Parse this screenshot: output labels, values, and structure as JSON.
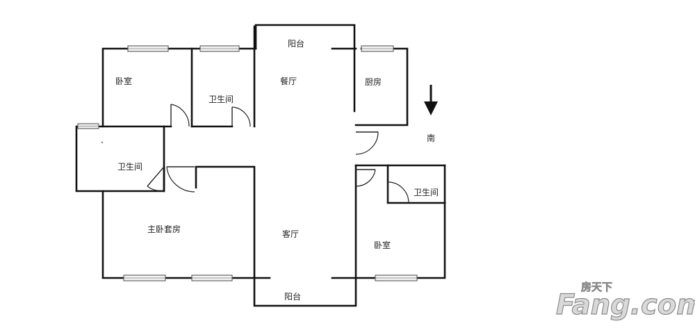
{
  "rooms": {
    "balcony_top": "阳台",
    "dining": "餐厅",
    "kitchen": "厨房",
    "bedroom_nw": "卧室",
    "bath_upper": "卫生间",
    "bath_west": "卫生间",
    "bath_east": "卫生间",
    "master_suite": "主卧套房",
    "living": "客厅",
    "bedroom_se": "卧室",
    "balcony_bottom": "阳台"
  },
  "compass": {
    "direction_label": "南",
    "arrow_icon": "down-arrow-icon"
  },
  "watermark": {
    "brand_cn": "房天下",
    "brand_en": "Fang.com"
  },
  "colors": {
    "wall": "#111111",
    "background": "#ffffff",
    "watermark_fill": "#d9d9d9"
  }
}
